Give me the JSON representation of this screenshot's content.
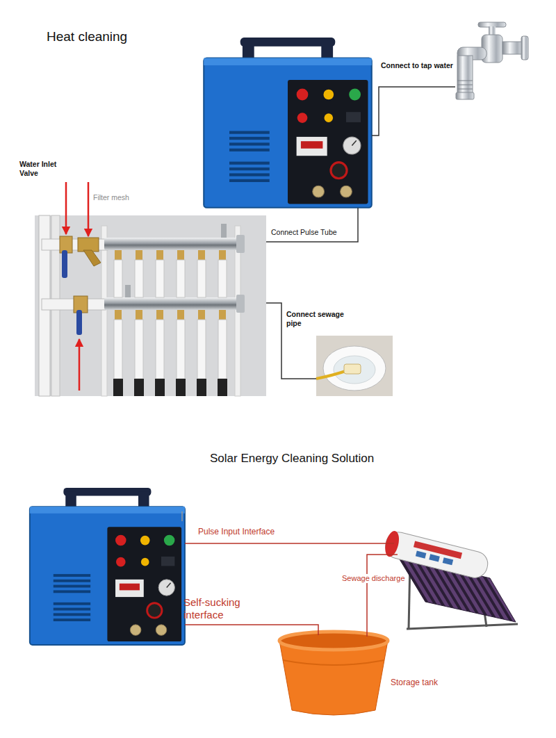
{
  "diagram": {
    "labels": [
      "Heat cleaning",
      "Connect to tap water",
      "Water Inlet Valve",
      "Filter mesh",
      "Connect Pulse Tube",
      "Connect sewage pipe",
      "Solar Energy Cleaning Solution",
      "Pulse Input Interface",
      "Sewage discharge",
      "Self-sucking interface",
      "Storage tank"
    ]
  }
}
